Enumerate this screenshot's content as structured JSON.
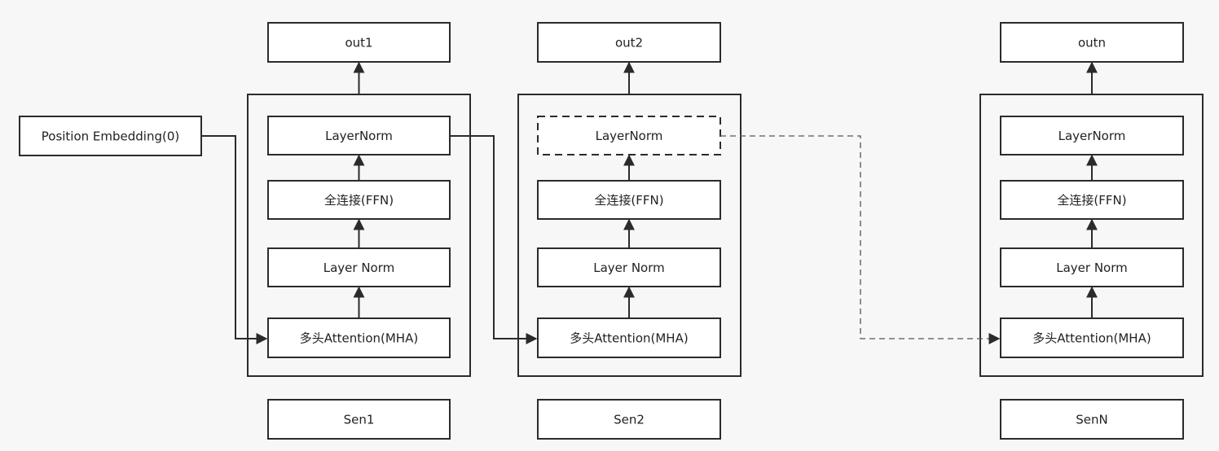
{
  "colors": {
    "background": "#f7f7f7",
    "stroke": "#2b2b2b",
    "box_fill": "#ffffff",
    "text": "#222222"
  },
  "position_embedding": {
    "label": "Position Embedding(0)"
  },
  "columns": [
    {
      "id": "col1",
      "output": "out1",
      "input": "Sen1",
      "layers": {
        "norm_top": "LayerNorm",
        "ffn": "全连接(FFN)",
        "norm_mid": "Layer Norm",
        "mha": "多头Attention(MHA)"
      }
    },
    {
      "id": "col2",
      "output": "out2",
      "input": "Sen2",
      "layers": {
        "norm_top": "LayerNorm",
        "ffn": "全连接(FFN)",
        "norm_mid": "Layer Norm",
        "mha": "多头Attention(MHA)"
      }
    },
    {
      "id": "colN",
      "output": "outn",
      "input": "SenN",
      "layers": {
        "norm_top": "LayerNorm",
        "ffn": "全连接(FFN)",
        "norm_mid": "Layer Norm",
        "mha": "多头Attention(MHA)"
      }
    }
  ]
}
